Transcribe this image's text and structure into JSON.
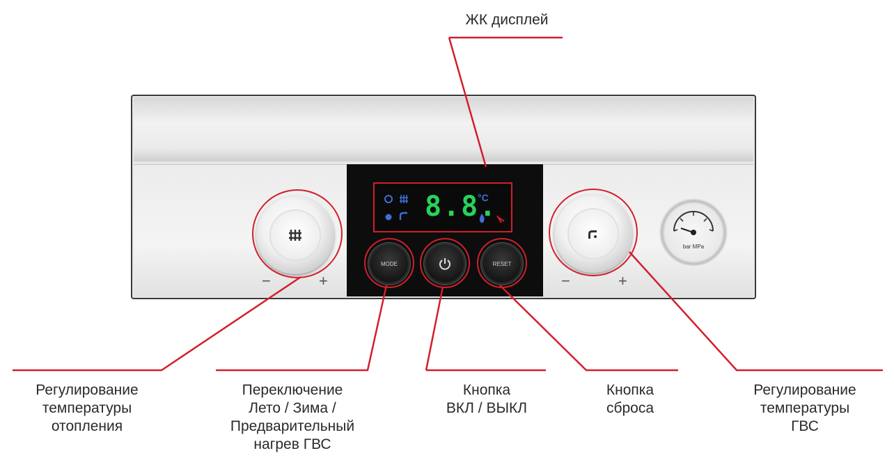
{
  "display_label": "ЖК дисплей",
  "display_digits": "8.8.",
  "display_unit": "°C",
  "buttons": {
    "mode": "MODE",
    "reset": "RESET"
  },
  "knob_signs": {
    "minus": "−",
    "plus": "+"
  },
  "gauge_unit": "bar MPa",
  "captions": {
    "heating": [
      "Регулирование",
      "температуры",
      "отопления"
    ],
    "mode": [
      "Переключение",
      "Лето / Зима /",
      "Предварительный",
      "нагрев ГВС"
    ],
    "power": [
      "Кнопка",
      "ВКЛ / ВЫКЛ"
    ],
    "reset": [
      "Кнопка",
      "сброса"
    ],
    "dhw": [
      "Регулирование",
      "температуры",
      "ГВС"
    ]
  },
  "colors": {
    "accent": "#d21f2b",
    "digits": "#27d35a",
    "icons_blue": "#3d6fd6"
  }
}
